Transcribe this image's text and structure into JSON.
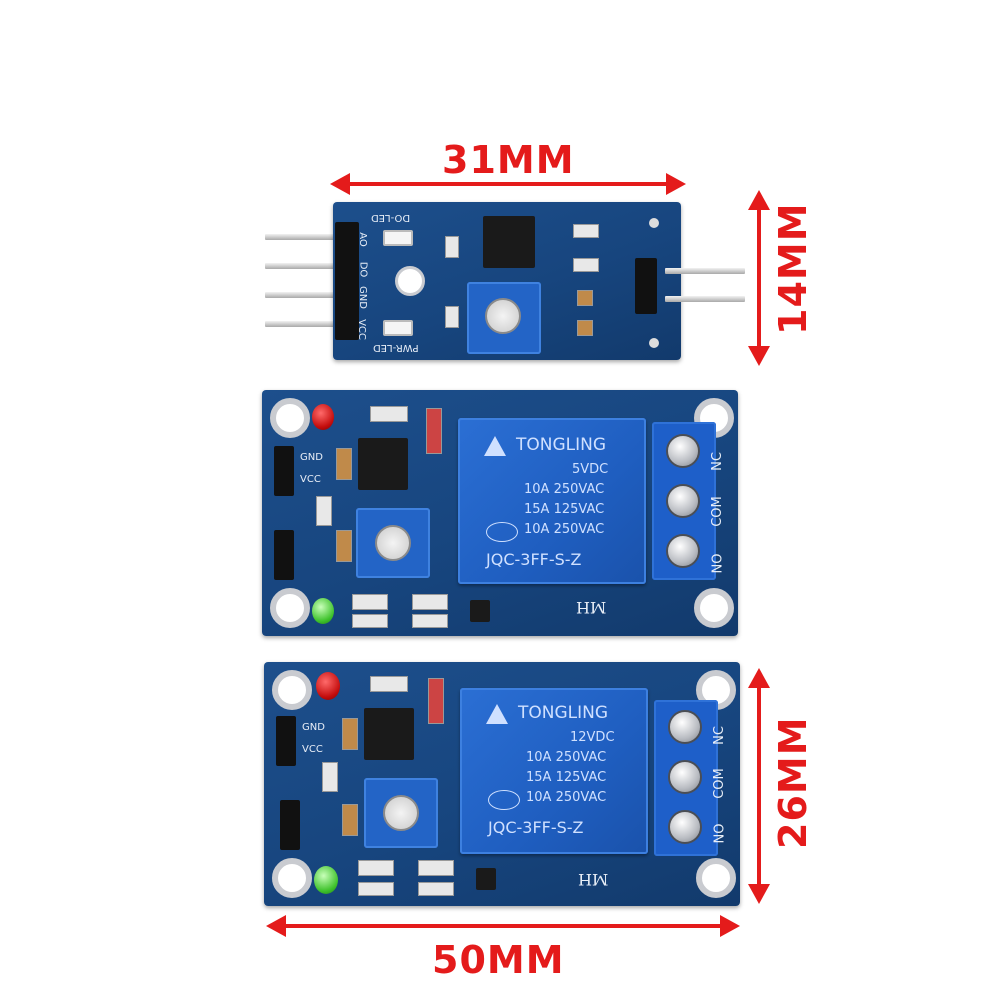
{
  "dimensions": {
    "sensor_width": "31MM",
    "sensor_height": "14MM",
    "relay_height": "26MM",
    "relay_width": "50MM"
  },
  "sensor_board": {
    "labels": {
      "do_led": "DO-LED",
      "ao": "AO",
      "do": "DO",
      "gnd": "GND",
      "vcc": "VCC",
      "pwr_led": "PWR-LED"
    }
  },
  "relay_boards": [
    {
      "brand": "TONGLING",
      "voltage": "5VDC",
      "rating_1": "10A 250VAC",
      "rating_2": "15A 125VAC",
      "rating_3": "10A 250VAC",
      "model": "JQC-3FF-S-Z",
      "logo": "MH",
      "terminals": [
        "NO",
        "COM",
        "NC"
      ],
      "pins": {
        "gnd": "GND",
        "vcc": "VCC"
      }
    },
    {
      "brand": "TONGLING",
      "voltage": "12VDC",
      "rating_1": "10A 250VAC",
      "rating_2": "15A 125VAC",
      "rating_3": "10A 250VAC",
      "model": "JQC-3FF-S-Z",
      "logo": "MH",
      "terminals": [
        "NO",
        "COM",
        "NC"
      ],
      "pins": {
        "gnd": "GND",
        "vcc": "VCC"
      }
    }
  ],
  "colors": {
    "dimension_red": "#e41b1b",
    "pcb_blue": "#17457e",
    "relay_blue": "#1f5ec0"
  }
}
